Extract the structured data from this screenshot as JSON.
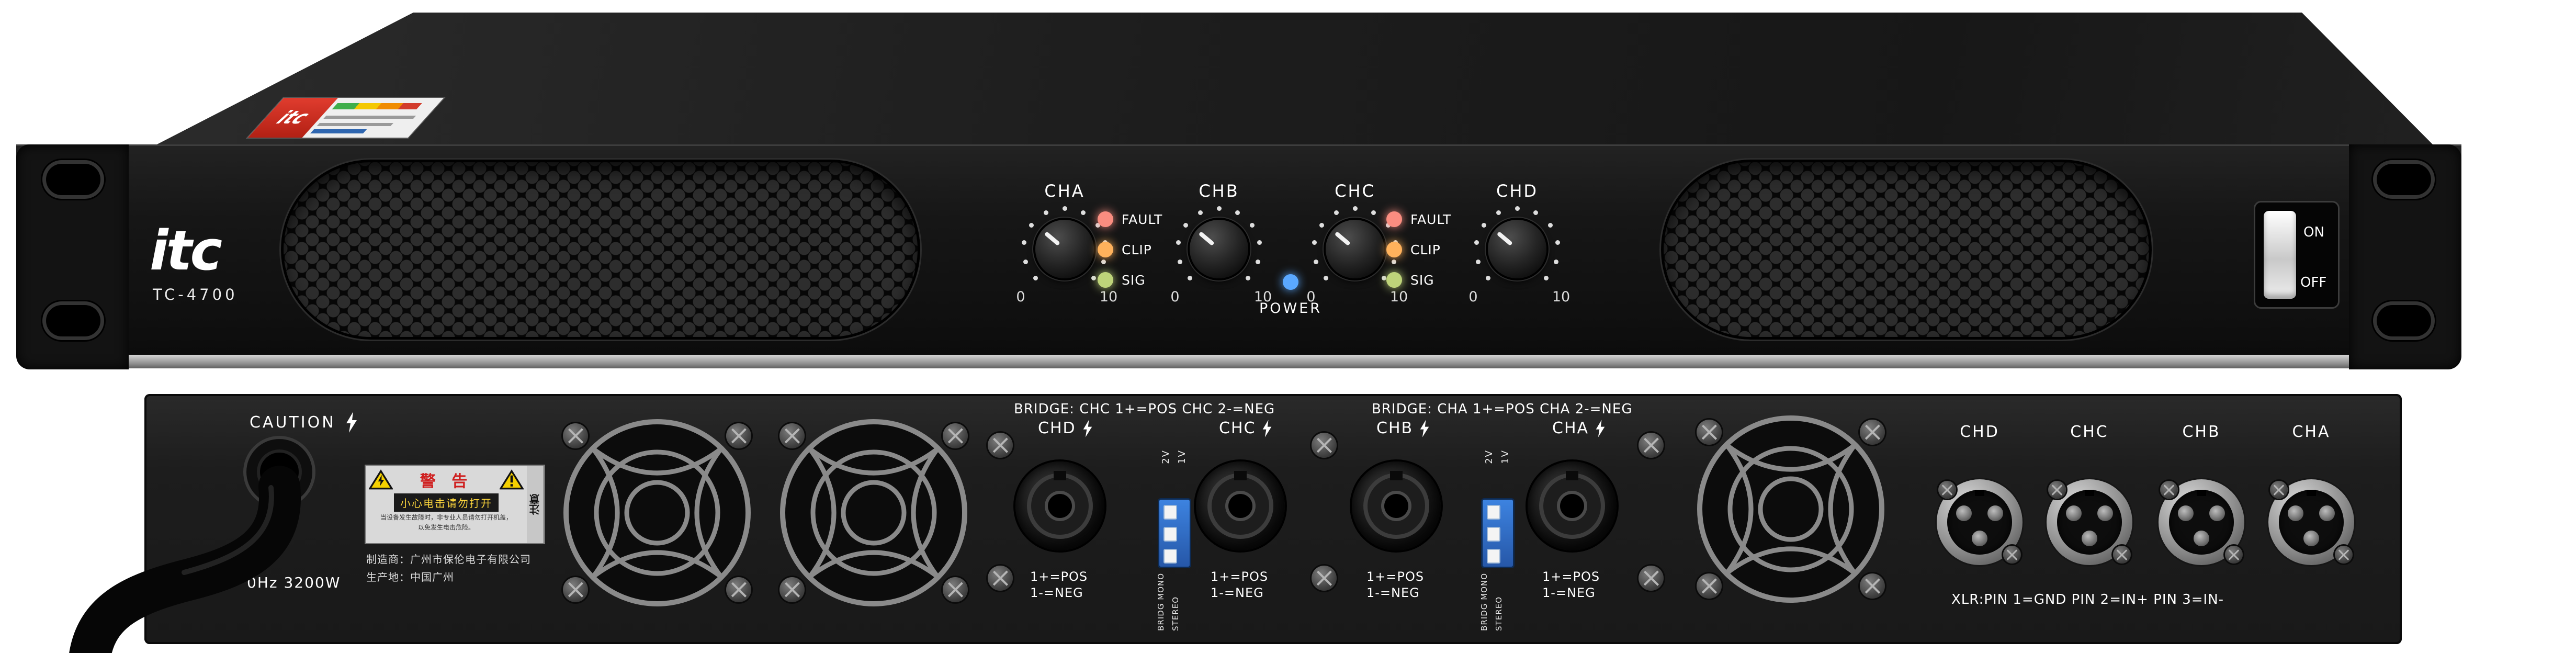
{
  "device": {
    "brand": "itc",
    "model": "TC-4700"
  },
  "front": {
    "channels": [
      {
        "name": "CHA",
        "min": "0",
        "max": "10"
      },
      {
        "name": "CHB",
        "min": "0",
        "max": "10"
      },
      {
        "name": "CHC",
        "min": "0",
        "max": "10"
      },
      {
        "name": "CHD",
        "min": "0",
        "max": "10"
      }
    ],
    "led_labels": {
      "fault": "FAULT",
      "clip": "CLIP",
      "sig": "SIG"
    },
    "power_label": "POWER",
    "switch": {
      "on": "ON",
      "off": "OFF"
    },
    "colors": {
      "fault": "#fa8d80",
      "clip": "#ffb25c",
      "sig": "#bed47a",
      "power": "#5aa8ff"
    }
  },
  "rear": {
    "caution": "CAUTION",
    "rating": "0Hz  3200W",
    "manufacturer_line1": "制造商：广州市保伦电子有限公司",
    "manufacturer_line2": "生产地：中国广州",
    "warning": {
      "side_label": "注意",
      "title": "警 告",
      "subtitle": "小心电击请勿打开",
      "small_print_1": "当设备发生故障时，非专业人员请勿打开机盖，",
      "small_print_2": "以免发生电击危险。"
    },
    "bridge_label_left": "BRIDGE: CHC 1+=POS   CHC 2-=NEG",
    "bridge_label_right": "BRIDGE: CHA 1+=POS   CHA 2-=NEG",
    "speakons": [
      {
        "name": "CHD",
        "pos": "1+=POS",
        "neg": "1-=NEG"
      },
      {
        "name": "CHC",
        "pos": "1+=POS",
        "neg": "1-=NEG"
      },
      {
        "name": "CHB",
        "pos": "1+=POS",
        "neg": "1-=NEG"
      },
      {
        "name": "CHA",
        "pos": "1+=POS",
        "neg": "1-=NEG"
      }
    ],
    "dip": {
      "gain_a": "2V",
      "gain_b": "1V",
      "mode_left": "BRIDG MONO",
      "mode_right": "STEREO"
    },
    "xlr_labels": [
      "CHD",
      "CHC",
      "CHB",
      "CHA"
    ],
    "xlr_note": "XLR:PIN 1=GND PIN 2=IN+ PIN 3=IN-"
  },
  "colors": {
    "dip_blue": "#2f6fd0",
    "sticker_yellow": "#f5d000",
    "warning_red": "#cf1f1f",
    "chassis_black": "#151515"
  },
  "icons": {
    "bolt": "lightning-bolt",
    "triangle_bolt": "warning-triangle-lightning",
    "triangle_exclaim": "warning-triangle-exclamation",
    "screw": "cross-screw",
    "fan": "fan-grille"
  }
}
